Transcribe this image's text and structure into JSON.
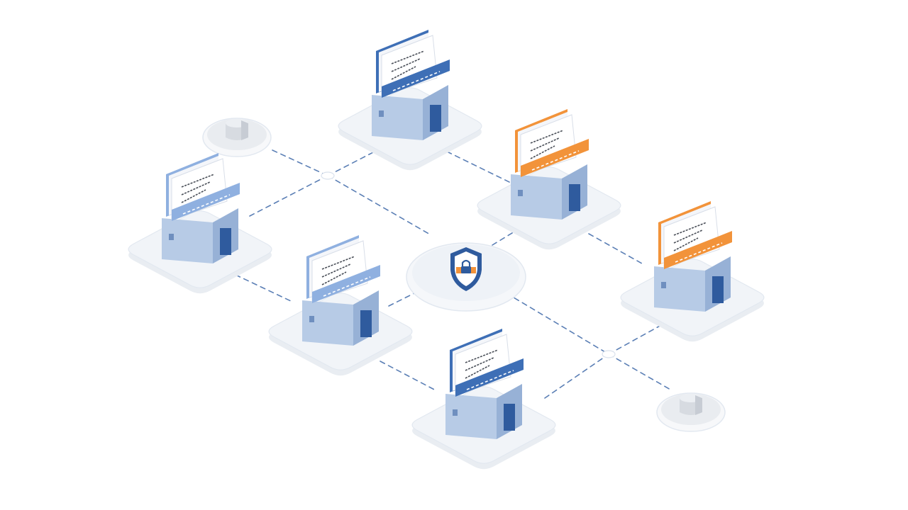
{
  "diagram": {
    "colors": {
      "background": "#ffffff",
      "tile": "#f1f4f8",
      "tile_edge": "#e2e8f0",
      "house_front": "#b7cbe6",
      "house_side": "#97b1d6",
      "house_top": "#cfdcef",
      "door": "#2f5b9e",
      "paper": "#ffffff",
      "blue_accent": "#3e6fb6",
      "light_blue_accent": "#8fb0e0",
      "orange_accent": "#f2933a",
      "line": "#5b7fb5",
      "shield_blue": "#2f5b9e",
      "shield_orange": "#f2933a",
      "plinth": "#e9ecf0"
    },
    "hub": {
      "icon": "shield-lock-icon"
    },
    "nodes": [
      {
        "id": "top",
        "accent": "blue"
      },
      {
        "id": "upper-right",
        "accent": "orange"
      },
      {
        "id": "left",
        "accent": "light-blue"
      },
      {
        "id": "center",
        "accent": "light-blue"
      },
      {
        "id": "right",
        "accent": "orange"
      },
      {
        "id": "bottom",
        "accent": "blue"
      }
    ],
    "endpoints": [
      {
        "id": "upper-left-cylinder",
        "icon": "cylinder-icon"
      },
      {
        "id": "lower-right-cylinder",
        "icon": "cylinder-icon"
      }
    ]
  }
}
